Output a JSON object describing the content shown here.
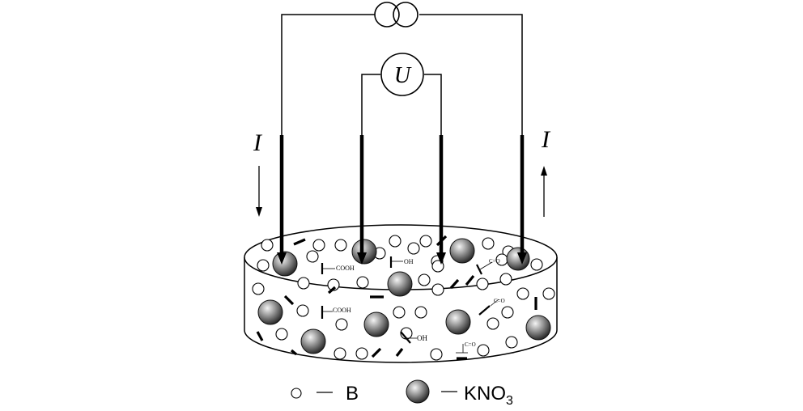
{
  "current_label_left": "I",
  "current_label_right": "I",
  "voltmeter_label": "U",
  "legend": {
    "boron_label": "B",
    "kno3_label": "KNO",
    "kno3_subscript": "3"
  },
  "group_labels": {
    "cooh_1": "COOH",
    "oh_1": "OH",
    "co_1": "C=O",
    "cooh_2": "COOH",
    "co_2": "C=O",
    "oh_2": "OH",
    "co_3": "C=O"
  }
}
